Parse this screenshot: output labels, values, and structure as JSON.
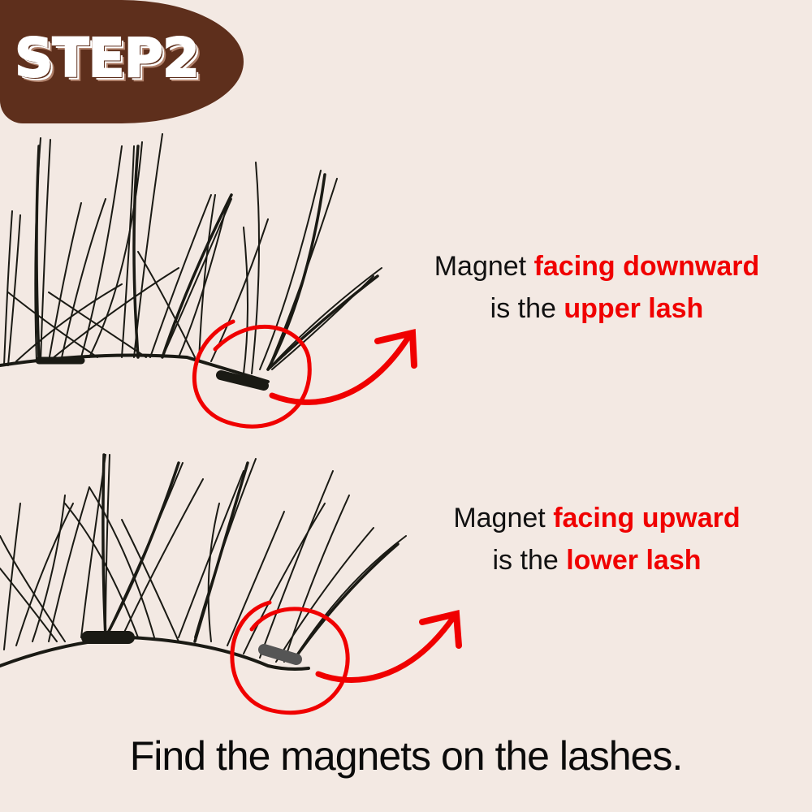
{
  "badge": {
    "label": "STEP2",
    "bg_color": "#5e2f1c",
    "text_color": "#ffffff"
  },
  "upper_callout": {
    "line1_plain": "Magnet ",
    "line1_highlight": "facing downward",
    "line2_plain": "is the ",
    "line2_highlight": "upper lash",
    "highlight_color": "#f00000"
  },
  "lower_callout": {
    "line1_plain": "Magnet ",
    "line1_highlight": "facing upward",
    "line2_plain": "is the ",
    "line2_highlight": "lower lash",
    "highlight_color": "#f00000"
  },
  "footer": {
    "text": "Find the magnets on the lashes."
  },
  "icons": {
    "upper_lash": "eyelash-illustration",
    "lower_lash": "eyelash-illustration",
    "circle": "red-circle-highlight",
    "arrow": "curved-arrow"
  },
  "colors": {
    "background": "#f3e9e3",
    "accent_red": "#f00000",
    "ink": "#111111"
  }
}
